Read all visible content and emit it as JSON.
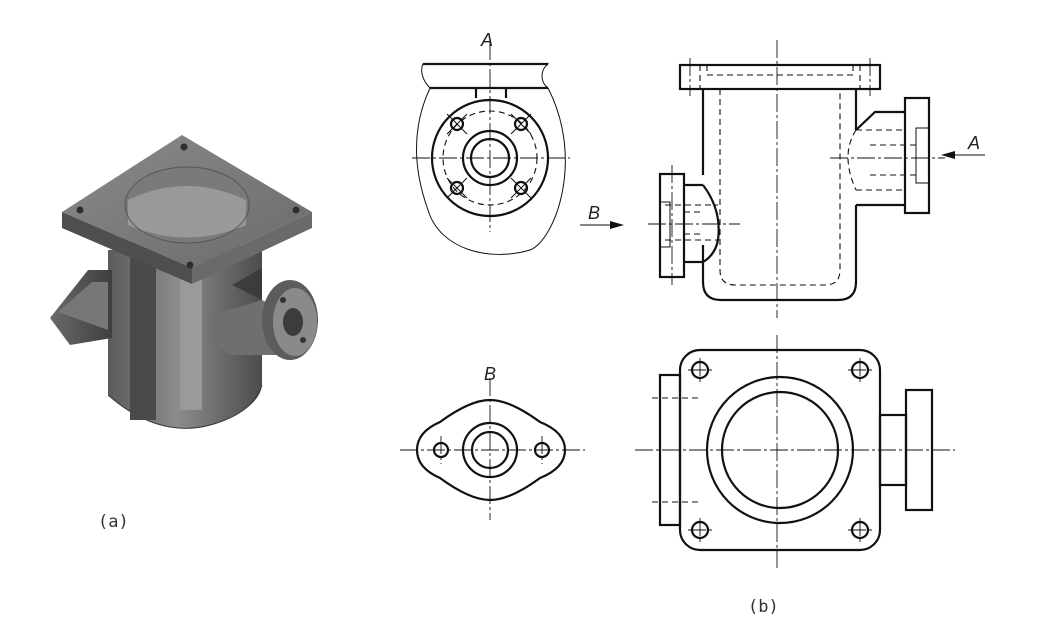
{
  "figure": {
    "label_a": "(a)",
    "label_b": "(b)"
  },
  "views": {
    "direction_a": "A",
    "direction_b": "B",
    "view_b_title": "B",
    "arrow_b_label": "B",
    "arrow_a_label": "A",
    "view_a_title": "A"
  }
}
